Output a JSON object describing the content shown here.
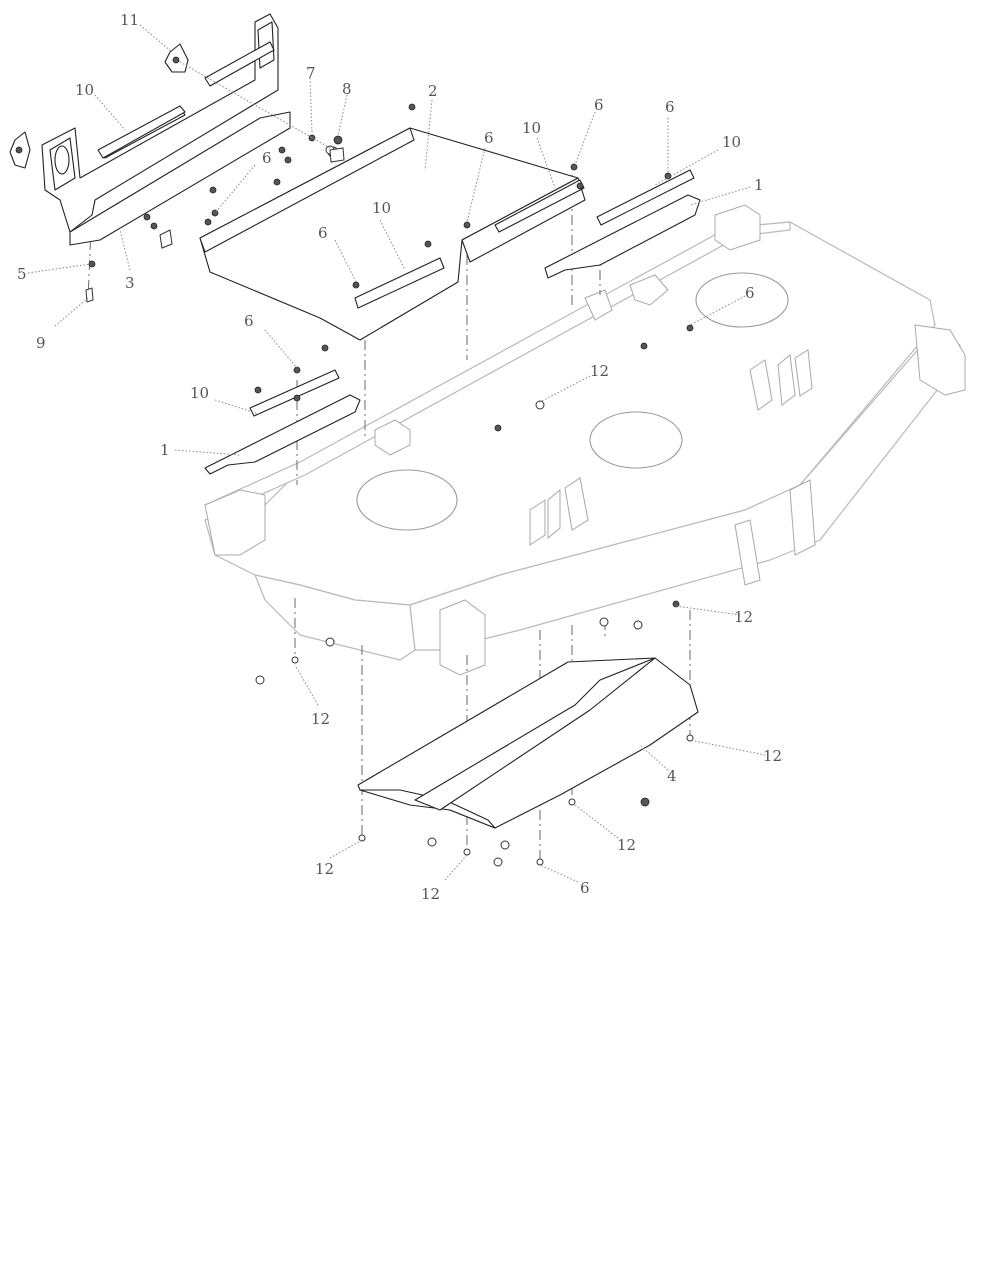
{
  "callouts": {
    "c1a": "1",
    "c1b": "1",
    "c2": "2",
    "c3": "3",
    "c4": "4",
    "c5": "5",
    "c6a": "6",
    "c6b": "6",
    "c6c": "6",
    "c6d": "6",
    "c6e": "6",
    "c6f": "6",
    "c6g": "6",
    "c6h": "6",
    "c7": "7",
    "c8": "8",
    "c9": "9",
    "c10a": "10",
    "c10b": "10",
    "c10c": "10",
    "c10d": "10",
    "c10e": "10",
    "c11": "11",
    "c12a": "12",
    "c12b": "12",
    "c12c": "12",
    "c12d": "12",
    "c12e": "12",
    "c12f": "12",
    "c12g": "12"
  }
}
